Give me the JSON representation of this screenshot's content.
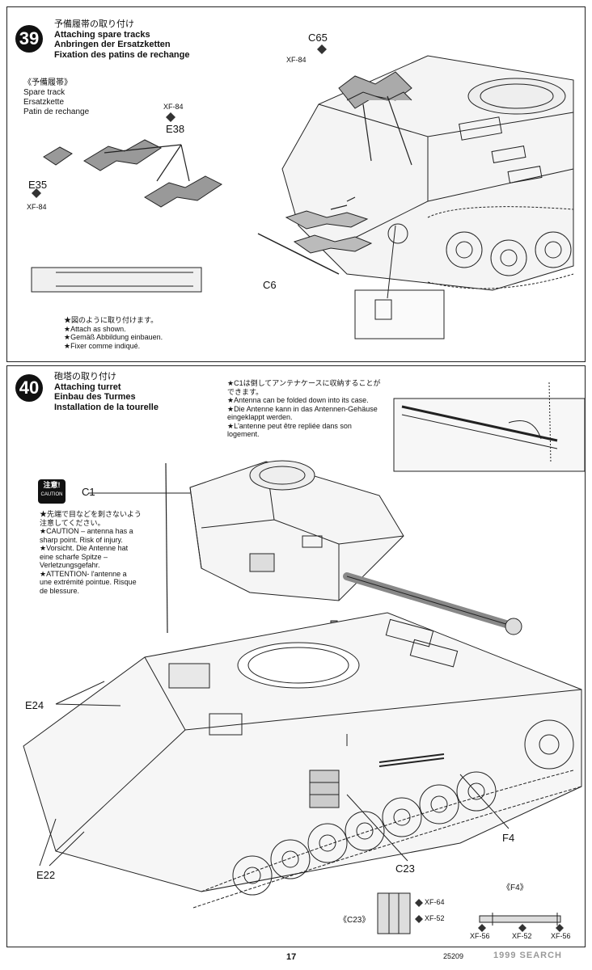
{
  "step39": {
    "number": "39",
    "title_jp": "予備履帯の取り付け",
    "title_en": "Attaching spare tracks",
    "title_de": "Anbringen der Ersatzketten",
    "title_fr": "Fixation des patins de rechange",
    "sub_jp": "《予備履帯》",
    "sub_en": "Spare track",
    "sub_de": "Ersatzkette",
    "sub_fr": "Patin de rechange",
    "parts": {
      "c65": "C65",
      "c65_paint": "XF-84",
      "e38": "E38",
      "e38_paint": "XF-84",
      "e35": "E35",
      "e35_paint": "XF-84",
      "c6": "C6"
    },
    "note_jp": "★図のように取り付けます。",
    "note_en": "★Attach as shown.",
    "note_de": "★Gemäß Abbildung einbauen.",
    "note_fr": "★Fixer comme indiqué."
  },
  "step40": {
    "number": "40",
    "title_jp": "砲塔の取り付け",
    "title_en": "Attaching turret",
    "title_de": "Einbau des Turmes",
    "title_fr": "Installation de la tourelle",
    "antenna_note": {
      "jp1": "★C1は倒してアンテナケースに収納することが",
      "jp2": "できます。",
      "en": "★Antenna can be folded down into its case.",
      "de1": "★Die Antenne kann in das Antennen-Gehäuse",
      "de2": "eingeklappt werden.",
      "fr1": "★L'antenne peut être repliée dans son",
      "fr2": "logement."
    },
    "caution_badge": "注意!",
    "caution_badge_en": "CAUTION",
    "caution": {
      "jp1": "★先端で目などを刺さないよう",
      "jp2": "注意してください。",
      "en1": "★CAUTION – antenna has a",
      "en2": "sharp point. Risk of injury.",
      "de1": "★Vorsicht. Die Antenne hat",
      "de2": "eine scharfe Spitze –",
      "de3": "Verletzungsgefahr.",
      "fr1": "★ATTENTION- l'antenne a",
      "fr2": "une extrémité pointue. Risque",
      "fr3": "de blessure."
    },
    "parts": {
      "c1": "C1",
      "e24": "E24",
      "e22": "E22",
      "c23": "C23",
      "f4": "F4"
    },
    "legend_c23": {
      "title": "《C23》",
      "paint1": "XF-64",
      "paint2": "XF-52"
    },
    "legend_f4": {
      "title": "《F4》",
      "paint1": "XF-56",
      "paint2": "XF-52",
      "paint3": "XF-56"
    }
  },
  "footer": {
    "page": "17",
    "code": "25209",
    "watermark": "1999 SEARCH"
  }
}
